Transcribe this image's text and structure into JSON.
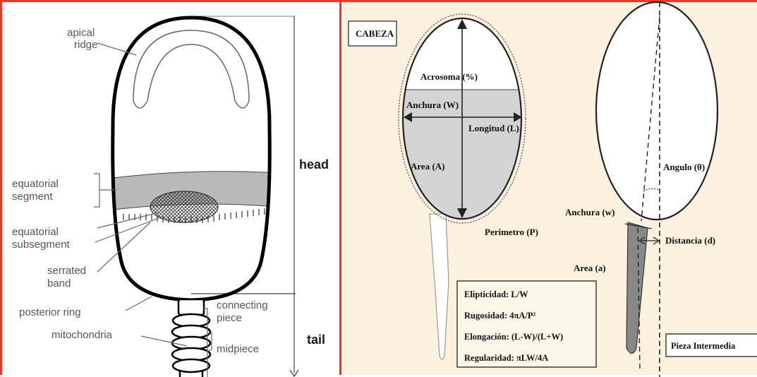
{
  "left_panel": {
    "labels": {
      "apical_ridge_1": "apical",
      "apical_ridge_2": "ridge",
      "equatorial_segment_1": "equatorial",
      "equatorial_segment_2": "segment",
      "equatorial_subsegment_1": "equatorial",
      "equatorial_subsegment_2": "subsegment",
      "serrated_band_1": "serrated",
      "serrated_band_2": "band",
      "posterior_ring": "posterior ring",
      "mitochondria": "mitochondria",
      "connecting_piece_1": "connecting",
      "connecting_piece_2": "piece",
      "midpiece": "midpiece",
      "head": "head",
      "tail": "tail"
    }
  },
  "right_panel": {
    "title": "CABEZA",
    "labels": {
      "acrosoma": "Acrosoma (%)",
      "anchura_head": "Anchura (W)",
      "longitud": "Longitud (L)",
      "area_head": "Area (A)",
      "perimetro": "Perimetro (P)",
      "angulo": "Angulo (θ)",
      "anchura_mid": "Anchura (w)",
      "distancia": "Distancia (d)",
      "area_mid": "Area (a)",
      "pieza_intermedia": "Pieza Intermedia"
    },
    "formulas": [
      "Elipticidad: L/W",
      "Rugosidad: 4πA/P²",
      "Elongación: (L-W)/(L+W)",
      "Regularidad: πLW/4A"
    ]
  }
}
